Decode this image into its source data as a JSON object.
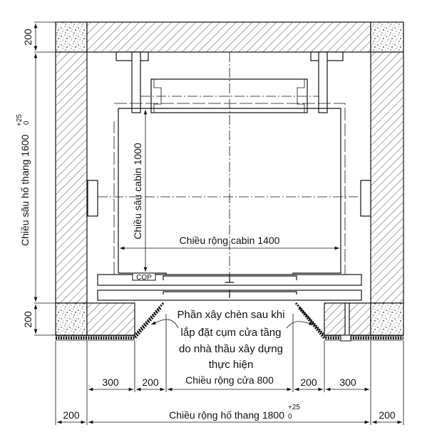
{
  "dimensions": {
    "top_wall": "200",
    "bottom_wall": "200",
    "shaft_depth": "Chiều sâu hố thang 1600",
    "shaft_depth_tol_upper": "+25",
    "shaft_depth_tol_lower": "0",
    "cabin_depth": "Chiều sâu cabin 1000",
    "cabin_width": "Chiều rộng cabin 1400",
    "seg_left_300": "300",
    "seg_left_200": "200",
    "door_width": "Chiều rộng cửa 800",
    "seg_right_200": "200",
    "seg_right_300": "300",
    "wall_left": "200",
    "shaft_width": "Chiều rộng hố thang 1800",
    "shaft_width_tol_upper": "+25",
    "shaft_width_tol_lower": "0",
    "wall_right": "200"
  },
  "labels": {
    "cop": "COP",
    "note": [
      "Phần xây chèn sau khi",
      "lắp đặt cụm cửa tầng",
      "do nhà thầu xây dựng",
      "thực hiện"
    ]
  },
  "colors": {
    "line": "#111111",
    "background": "#ffffff"
  }
}
